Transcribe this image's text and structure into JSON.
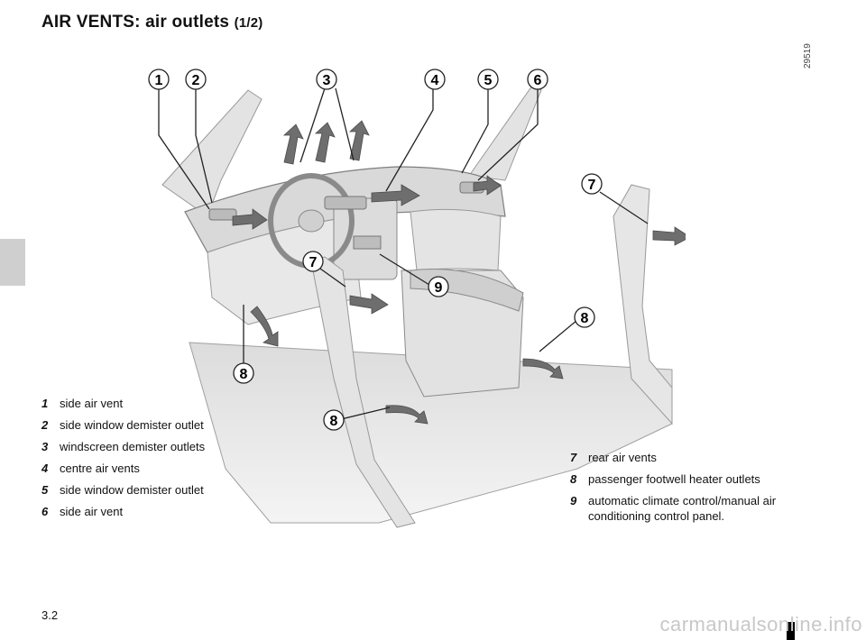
{
  "header": {
    "title": "AIR VENTS: air outlets",
    "part": "(1/2)"
  },
  "figure": {
    "id_label": "29519",
    "callouts": [
      "1",
      "2",
      "3",
      "4",
      "5",
      "6",
      "7",
      "7",
      "8",
      "8",
      "8",
      "9"
    ]
  },
  "legend_left": [
    {
      "num": "1",
      "text": "side air vent"
    },
    {
      "num": "2",
      "text": "side window demister outlet"
    },
    {
      "num": "3",
      "text": "windscreen demister outlets"
    },
    {
      "num": "4",
      "text": "centre air vents"
    },
    {
      "num": "5",
      "text": "side window demister outlet"
    },
    {
      "num": "6",
      "text": "side air vent"
    }
  ],
  "legend_right": [
    {
      "num": "7",
      "text": "rear air vents"
    },
    {
      "num": "8",
      "text": "passenger footwell heater outlets"
    },
    {
      "num": "9",
      "text": "automatic climate control/manual air conditioning control panel."
    }
  ],
  "footer": {
    "page": "3.2",
    "watermark": "carmanualsonline.info"
  },
  "colors": {
    "diagram_fill": "#e6e6e6",
    "diagram_stroke": "#8c8c8c",
    "arrow": "#6e6e6e"
  }
}
